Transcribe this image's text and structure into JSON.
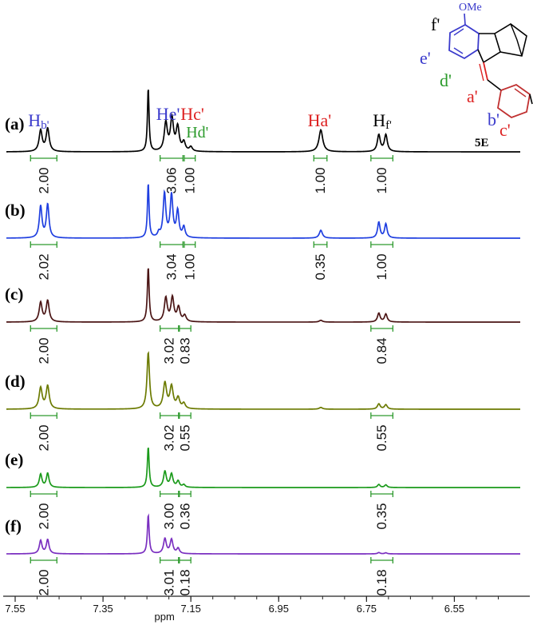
{
  "chart_data": {
    "type": "line",
    "xlabel": "ppm",
    "xlim": [
      7.57,
      6.4
    ],
    "x_ticks": [
      "7.55",
      "7.35",
      "7.15",
      "6.95",
      "6.75",
      "6.55"
    ],
    "x_tick_values": [
      7.55,
      7.35,
      7.15,
      6.95,
      6.75,
      6.55
    ],
    "spectra": [
      {
        "label": "(a)",
        "color": "#000000",
        "peaks": [
          {
            "x": 7.492,
            "h": 0.24,
            "w": 0.0042
          },
          {
            "x": 7.476,
            "h": 0.26,
            "w": 0.0042
          },
          {
            "x": 7.247,
            "h": 0.72,
            "w": 0.0022
          },
          {
            "x": 7.207,
            "h": 0.32,
            "w": 0.0042
          },
          {
            "x": 7.193,
            "h": 0.36,
            "w": 0.0042
          },
          {
            "x": 7.18,
            "h": 0.27,
            "w": 0.0042
          },
          {
            "x": 7.166,
            "h": 0.1,
            "w": 0.004
          },
          {
            "x": 7.15,
            "h": 0.05,
            "w": 0.004
          },
          {
            "x": 6.854,
            "h": 0.25,
            "w": 0.0052
          },
          {
            "x": 6.722,
            "h": 0.19,
            "w": 0.004
          },
          {
            "x": 6.706,
            "h": 0.19,
            "w": 0.004
          }
        ],
        "integrals": [
          {
            "from": 7.515,
            "to": 7.455,
            "value": "2.00"
          },
          {
            "from": 7.22,
            "to": 7.168,
            "value": "3.06"
          },
          {
            "from": 7.165,
            "to": 7.14,
            "value": "1.00"
          },
          {
            "from": 6.87,
            "to": 6.84,
            "value": "1.00"
          },
          {
            "from": 6.74,
            "to": 6.69,
            "value": "1.00"
          }
        ],
        "peak_labels": [
          {
            "main": "H",
            "sub": "b'",
            "color": "#3a3acc",
            "ppm": 7.484
          },
          {
            "main": "He'",
            "sub": "",
            "color": "#3a3acc",
            "ppm": 7.207
          },
          {
            "main": "Hc'",
            "sub": "",
            "color": "#dd2222",
            "ppm": 7.17
          },
          {
            "main": "Hd'",
            "sub": "",
            "color": "#2a9a2a",
            "ppm": 7.15
          },
          {
            "main": "Ha'",
            "sub": "",
            "color": "#dd2222",
            "ppm": 6.855
          },
          {
            "main": "H",
            "sub": "f'",
            "color": "#000000",
            "ppm": 6.714
          }
        ]
      },
      {
        "label": "(b)",
        "color": "#1f3fe0",
        "peaks": [
          {
            "x": 7.492,
            "h": 0.36,
            "w": 0.0036
          },
          {
            "x": 7.476,
            "h": 0.38,
            "w": 0.0036
          },
          {
            "x": 7.247,
            "h": 0.62,
            "w": 0.0022
          },
          {
            "x": 7.223,
            "h": 0.05,
            "w": 0.003
          },
          {
            "x": 7.21,
            "h": 0.5,
            "w": 0.0036
          },
          {
            "x": 7.194,
            "h": 0.48,
            "w": 0.0036
          },
          {
            "x": 7.18,
            "h": 0.3,
            "w": 0.0034
          },
          {
            "x": 7.166,
            "h": 0.12,
            "w": 0.0034
          },
          {
            "x": 6.854,
            "h": 0.09,
            "w": 0.0042
          },
          {
            "x": 6.722,
            "h": 0.18,
            "w": 0.0034
          },
          {
            "x": 6.706,
            "h": 0.16,
            "w": 0.0034
          }
        ],
        "integrals": [
          {
            "from": 7.515,
            "to": 7.455,
            "value": "2.02"
          },
          {
            "from": 7.22,
            "to": 7.168,
            "value": "3.04"
          },
          {
            "from": 7.165,
            "to": 7.14,
            "value": "1.00"
          },
          {
            "from": 6.87,
            "to": 6.84,
            "value": "0.35"
          },
          {
            "from": 6.74,
            "to": 6.69,
            "value": "1.00"
          }
        ],
        "peak_labels": []
      },
      {
        "label": "(c)",
        "color": "#4a1414",
        "peaks": [
          {
            "x": 7.492,
            "h": 0.22,
            "w": 0.004
          },
          {
            "x": 7.476,
            "h": 0.24,
            "w": 0.004
          },
          {
            "x": 7.247,
            "h": 0.62,
            "w": 0.0024
          },
          {
            "x": 7.207,
            "h": 0.27,
            "w": 0.004
          },
          {
            "x": 7.192,
            "h": 0.27,
            "w": 0.004
          },
          {
            "x": 7.178,
            "h": 0.16,
            "w": 0.004
          },
          {
            "x": 7.164,
            "h": 0.07,
            "w": 0.004
          },
          {
            "x": 6.854,
            "h": 0.02,
            "w": 0.0045
          },
          {
            "x": 6.722,
            "h": 0.1,
            "w": 0.0036
          },
          {
            "x": 6.706,
            "h": 0.09,
            "w": 0.0036
          }
        ],
        "integrals": [
          {
            "from": 7.515,
            "to": 7.455,
            "value": "2.00"
          },
          {
            "from": 7.22,
            "to": 7.178,
            "value": "3.02"
          },
          {
            "from": 7.176,
            "to": 7.15,
            "value": "0.83"
          },
          {
            "from": 6.74,
            "to": 6.69,
            "value": "0.84"
          }
        ],
        "peak_labels": []
      },
      {
        "label": "(d)",
        "color": "#6b7a00",
        "peaks": [
          {
            "x": 7.492,
            "h": 0.24,
            "w": 0.0042
          },
          {
            "x": 7.476,
            "h": 0.26,
            "w": 0.0042
          },
          {
            "x": 7.247,
            "h": 0.64,
            "w": 0.0034
          },
          {
            "x": 7.209,
            "h": 0.29,
            "w": 0.0044
          },
          {
            "x": 7.194,
            "h": 0.25,
            "w": 0.0044
          },
          {
            "x": 7.179,
            "h": 0.12,
            "w": 0.0042
          },
          {
            "x": 7.166,
            "h": 0.06,
            "w": 0.004
          },
          {
            "x": 6.854,
            "h": 0.02,
            "w": 0.0045
          },
          {
            "x": 6.722,
            "h": 0.06,
            "w": 0.0038
          },
          {
            "x": 6.706,
            "h": 0.05,
            "w": 0.0038
          }
        ],
        "integrals": [
          {
            "from": 7.515,
            "to": 7.455,
            "value": "2.00"
          },
          {
            "from": 7.22,
            "to": 7.178,
            "value": "3.02"
          },
          {
            "from": 7.176,
            "to": 7.15,
            "value": "0.55"
          },
          {
            "from": 6.74,
            "to": 6.69,
            "value": "0.55"
          }
        ],
        "peak_labels": []
      },
      {
        "label": "(e)",
        "color": "#1a9a1a",
        "peaks": [
          {
            "x": 7.492,
            "h": 0.15,
            "w": 0.0036
          },
          {
            "x": 7.476,
            "h": 0.16,
            "w": 0.0036
          },
          {
            "x": 7.247,
            "h": 0.46,
            "w": 0.0024
          },
          {
            "x": 7.209,
            "h": 0.18,
            "w": 0.0038
          },
          {
            "x": 7.194,
            "h": 0.15,
            "w": 0.0038
          },
          {
            "x": 7.179,
            "h": 0.07,
            "w": 0.0036
          },
          {
            "x": 7.166,
            "h": 0.03,
            "w": 0.0034
          },
          {
            "x": 6.722,
            "h": 0.035,
            "w": 0.0034
          },
          {
            "x": 6.706,
            "h": 0.03,
            "w": 0.0034
          }
        ],
        "integrals": [
          {
            "from": 7.515,
            "to": 7.455,
            "value": "2.00"
          },
          {
            "from": 7.22,
            "to": 7.178,
            "value": "3.00"
          },
          {
            "from": 7.176,
            "to": 7.15,
            "value": "0.36"
          },
          {
            "from": 6.74,
            "to": 6.69,
            "value": "0.35"
          }
        ],
        "peak_labels": []
      },
      {
        "label": "(f)",
        "color": "#7a2fc0",
        "peaks": [
          {
            "x": 7.492,
            "h": 0.15,
            "w": 0.0036
          },
          {
            "x": 7.476,
            "h": 0.16,
            "w": 0.0036
          },
          {
            "x": 7.247,
            "h": 0.44,
            "w": 0.0024
          },
          {
            "x": 7.209,
            "h": 0.17,
            "w": 0.0038
          },
          {
            "x": 7.194,
            "h": 0.16,
            "w": 0.0038
          },
          {
            "x": 7.179,
            "h": 0.06,
            "w": 0.0036
          },
          {
            "x": 6.722,
            "h": 0.015,
            "w": 0.0034
          },
          {
            "x": 6.706,
            "h": 0.012,
            "w": 0.0034
          }
        ],
        "integrals": [
          {
            "from": 7.515,
            "to": 7.455,
            "value": "2.00"
          },
          {
            "from": 7.22,
            "to": 7.178,
            "value": "3.01"
          },
          {
            "from": 7.176,
            "to": 7.15,
            "value": "0.18"
          },
          {
            "from": 6.74,
            "to": 6.69,
            "value": "0.18"
          }
        ],
        "peak_labels": []
      }
    ]
  },
  "structure": {
    "compound_label": "5E",
    "substituent": "OMe",
    "labels": [
      {
        "text": "f'",
        "color": "#000000"
      },
      {
        "text": "e'",
        "color": "#3a3acc"
      },
      {
        "text": "d'",
        "color": "#2a9a2a"
      },
      {
        "text": "a'",
        "color": "#dd2222"
      },
      {
        "text": "b'",
        "color": "#3a3acc"
      },
      {
        "text": "c'",
        "color": "#dd2222"
      }
    ]
  },
  "colors": {
    "integral": "#2e9a2e",
    "axis": "#222222",
    "ring_blue": "#3a3acc",
    "ring_red": "#c03030"
  }
}
